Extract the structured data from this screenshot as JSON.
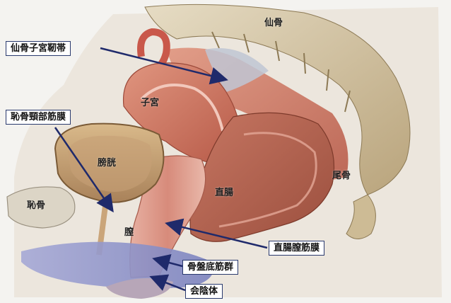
{
  "labels": {
    "sacrum": "仙骨",
    "uterosacral_ligament": "仙骨子宮靭帯",
    "uterus": "子宮",
    "pubocervical_fascia": "恥骨頸部筋膜",
    "bladder": "膀胱",
    "coccyx": "尾骨",
    "rectum": "直腸",
    "pubis": "恥骨",
    "vagina": "膣",
    "rectovaginal_fascia": "直腸膣筋膜",
    "pelvic_floor_muscles": "骨盤底筋群",
    "perineal_body": "会陰体"
  },
  "colors": {
    "background": "#f4f3f0",
    "muscle": "#c96a5a",
    "organ_wall": "#d98c7c",
    "bladder": "#c9a071",
    "bone": "#d8cfb8",
    "pelvic_floor": "#8f95c8",
    "arrow": "#1f2a6b"
  }
}
